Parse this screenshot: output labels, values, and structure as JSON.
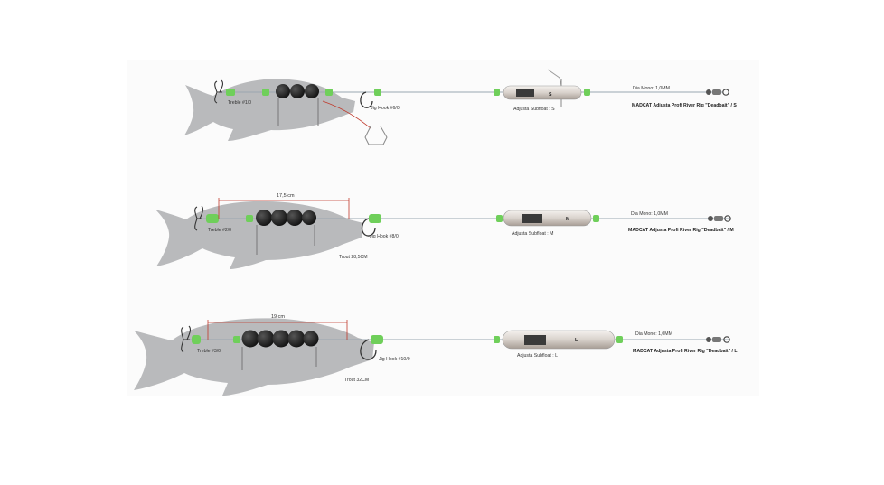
{
  "rigs": [
    {
      "treble_label": "Treble #1/0",
      "hook_label": "Jig Hook #6/0",
      "float_label": "Adjusta Subfloat : S",
      "float_size": "S",
      "mono_label": "Dia Mono: 1,0MM",
      "product_label": "MADCAT Adjusta Profi River Rig \"Deadbait\" / S"
    },
    {
      "dimension": "17,5 cm",
      "treble_label": "Treble #2/0",
      "hook_label": "Jig Hook #8/0",
      "trout_label": "Trout 28,5CM",
      "float_label": "Adjusta Subfloat : M",
      "float_size": "M",
      "mono_label": "Dia Mono: 1,0MM",
      "product_label": "MADCAT Adjusta Profi River Rig \"Deadbait\" / M"
    },
    {
      "dimension": "19 cm",
      "treble_label": "Treble #3/0",
      "hook_label": "Jig Hook #10/0",
      "trout_label": "Trout 32CM",
      "float_label": "Adjusta Subfloat : L",
      "float_size": "L",
      "mono_label": "Dia Mono: 1,0MM",
      "product_label": "MADCAT Adjusta Profi River Rig \"Deadbait\" / L"
    }
  ],
  "colors": {
    "fish": "#b9babc",
    "bead_green": "#6fcf5a",
    "line": "#9aa7b0",
    "dimension_red": "#c0392b",
    "weight_black": "#1e1e1e"
  }
}
